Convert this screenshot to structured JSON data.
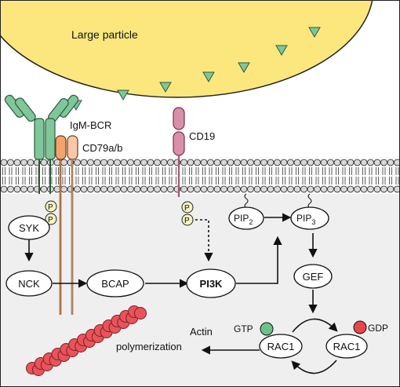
{
  "particle": {
    "label": "Large particle"
  },
  "receptors": {
    "bcr": "IgM-BCR",
    "cd79": "CD79a/b",
    "cd19": "CD19",
    "phospho": "P"
  },
  "nodes": {
    "syk": "SYK",
    "nck": "NCK",
    "bcap": "BCAP",
    "pi3k": "PI3K",
    "pip2_base": "PIP",
    "pip2_sub": "2",
    "pip3_base": "PIP",
    "pip3_sub": "3",
    "gef": "GEF",
    "rac1_gtp": "RAC1",
    "rac1_gdp": "RAC1"
  },
  "labels": {
    "gtp": "GTP",
    "gdp": "GDP",
    "actin_line1": "Actin",
    "actin_line2": "polymerization"
  },
  "colors": {
    "particle_fill": "#fbe77e",
    "spike_fill": "#7fc79a",
    "bcr_fill": "#7fc79a",
    "cd79a_fill": "#f2a46a",
    "cd79b_fill": "#f8c8a8",
    "cd19_fill": "#d98fa9",
    "phospho_fill": "#f7f3c2",
    "gtp_fill": "#6cc38a",
    "gdp_fill": "#e6474b",
    "actin_fill": "#e9535a",
    "cytoplasm": "#efefef",
    "membrane_head": "#d9d9d9"
  }
}
